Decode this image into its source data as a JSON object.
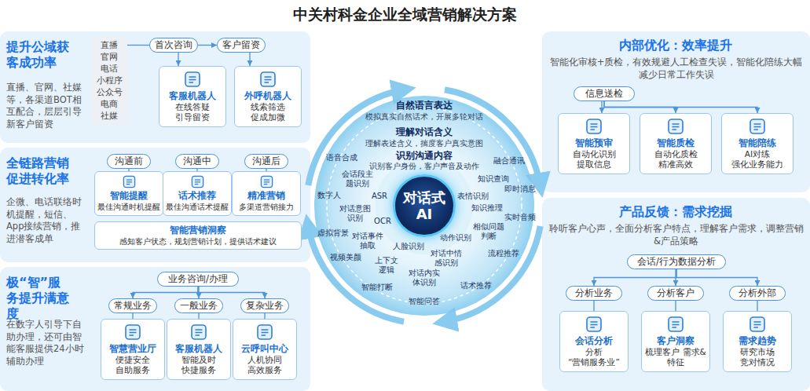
{
  "diagram": {
    "title": "中关村科金企业全域营销解决方案",
    "nodes": [
      {
        "text": [
          "提升公域获客成功率",
          "直播、官网、社媒等，各渠道BOT相互配合，层层引导新客户留资"
        ]
      },
      {
        "text": [
          "直播 官网 电话 小程序 公众号 电商 社媒"
        ],
        "in": 0
      },
      {
        "text": [
          "首次咨询"
        ],
        "in": 0
      },
      {
        "text": [
          "客户留资"
        ],
        "in": 0
      },
      {
        "text": [
          "客服机器人",
          "在线答疑 引导留资"
        ],
        "in": 0
      },
      {
        "text": [
          "外呼机器人",
          "线索筛选 促成加微"
        ],
        "in": 0
      },
      {
        "text": [
          "全链路营销促进转化率",
          "企微、电话联络时机提醒，短信、App接续营销，推进潜客成单"
        ]
      },
      {
        "text": [
          "沟通前"
        ],
        "in": 6
      },
      {
        "text": [
          "沟通中"
        ],
        "in": 6
      },
      {
        "text": [
          "沟通后"
        ],
        "in": 6
      },
      {
        "text": [
          "智能提醒",
          "最佳沟通时机提醒"
        ],
        "in": 6
      },
      {
        "text": [
          "话术推荐",
          "最佳沟通话术提醒"
        ],
        "in": 6
      },
      {
        "text": [
          "精准营销",
          "多渠道营销接力"
        ],
        "in": 6
      },
      {
        "text": [
          "智能营销洞察",
          "感知客户状态，规划营销计划，提供话术建议"
        ],
        "in": 6
      },
      {
        "text": [
          "极“智”服务提升满意度",
          "在数字人引导下自助办理，还可由智能客服提供24小时辅助办理"
        ]
      },
      {
        "text": [
          "业务咨询/办理"
        ],
        "in": 14
      },
      {
        "text": [
          "常规业务"
        ],
        "in": 14
      },
      {
        "text": [
          "一般业务"
        ],
        "in": 14
      },
      {
        "text": [
          "复杂业务"
        ],
        "in": 14
      },
      {
        "text": [
          "智慧营业厅",
          "便捷安全 自助服务"
        ],
        "in": 14
      },
      {
        "text": [
          "客服机器人",
          "智能及时 快捷服务"
        ],
        "in": 14
      },
      {
        "text": [
          "云呼叫中心",
          "人机协同 高效服务"
        ],
        "in": 14
      },
      {
        "text": [
          "内部优化：效率提升",
          "智能化审核+质检，有效规避人工检查失误，智能化陪练大幅减少日常工作失误"
        ]
      },
      {
        "text": [
          "信息送检"
        ],
        "in": 22
      },
      {
        "text": [
          "智能预审",
          "自动化识别 提取信息"
        ],
        "in": 22
      },
      {
        "text": [
          "智能质检",
          "自动化质检 精准高效"
        ],
        "in": 22
      },
      {
        "text": [
          "智能陪练",
          "AI对练 强化业务能力"
        ],
        "in": 22
      },
      {
        "text": [
          "产品反馈：需求挖掘",
          "聆听客户心声，全面分析客户特点，理解客户需求，调整营销&产品策略"
        ]
      },
      {
        "text": [
          "会话/行为数据分析"
        ],
        "in": 27
      },
      {
        "text": [
          "分析业务"
        ],
        "in": 27
      },
      {
        "text": [
          "分析客户"
        ],
        "in": 27
      },
      {
        "text": [
          "分析外部"
        ],
        "in": 27
      },
      {
        "text": [
          "会话分析",
          "分析 “营销服务业”"
        ],
        "in": 27
      },
      {
        "text": [
          "客户洞察",
          "梳理客户 需求&特征"
        ],
        "in": 27
      },
      {
        "text": [
          "需求趋势",
          "研究市场 竞对情况"
        ],
        "in": 27
      },
      {
        "text": [
          "对话式 AI"
        ]
      }
    ],
    "edges": [
      {
        "from": 1,
        "to": 2,
        "arrow": "none"
      },
      {
        "from": 2,
        "to": 3,
        "arrow": "to"
      },
      {
        "from": 2,
        "to": 4,
        "arrow": "to"
      },
      {
        "from": 3,
        "to": 5,
        "arrow": "to"
      },
      {
        "from": 7,
        "to": 10,
        "arrow": "none"
      },
      {
        "from": 8,
        "to": 11,
        "arrow": "none"
      },
      {
        "from": 9,
        "to": 12,
        "arrow": "none"
      },
      {
        "from": 15,
        "to": 16,
        "arrow": "to"
      },
      {
        "from": 15,
        "to": 17,
        "arrow": "to"
      },
      {
        "from": 15,
        "to": 18,
        "arrow": "to"
      },
      {
        "from": 16,
        "to": 19,
        "arrow": "none"
      },
      {
        "from": 17,
        "to": 20,
        "arrow": "none"
      },
      {
        "from": 18,
        "to": 21,
        "arrow": "none"
      },
      {
        "from": 23,
        "to": 24,
        "arrow": "to"
      },
      {
        "from": 23,
        "to": 25,
        "arrow": "to"
      },
      {
        "from": 23,
        "to": 26,
        "arrow": "to"
      },
      {
        "from": 28,
        "to": 29,
        "arrow": "to"
      },
      {
        "from": 28,
        "to": 30,
        "arrow": "to"
      },
      {
        "from": 28,
        "to": 31,
        "arrow": "to"
      },
      {
        "from": 29,
        "to": 32,
        "arrow": "none"
      },
      {
        "from": 30,
        "to": 33,
        "arrow": "none"
      },
      {
        "from": 31,
        "to": 34,
        "arrow": "none"
      }
    ],
    "labels": [
      "自然语言表达",
      "模拟真实自然话术，开展多轮对话",
      "理解对话含义",
      "理解表述含义，揣度客户真实意图",
      "识别沟通内容",
      "识别客户身份，客户声音及动作",
      "语音合成",
      "融合通讯",
      "会话段主题识别",
      "知识查询",
      "数字人",
      "ASR",
      "表情识别",
      "即时消息",
      "对话意图识别",
      "知识推理",
      "实时音频",
      "OCR",
      "虚拟背景",
      "相似问题判断",
      "动作识别",
      "对话事件抽取",
      "人脸识别",
      "视频美颜",
      "上下文逻辑",
      "对话中情感识别",
      "流程推荐",
      "对话内实体识别",
      "智能打断",
      "话术推荐",
      "智能问答"
    ]
  }
}
